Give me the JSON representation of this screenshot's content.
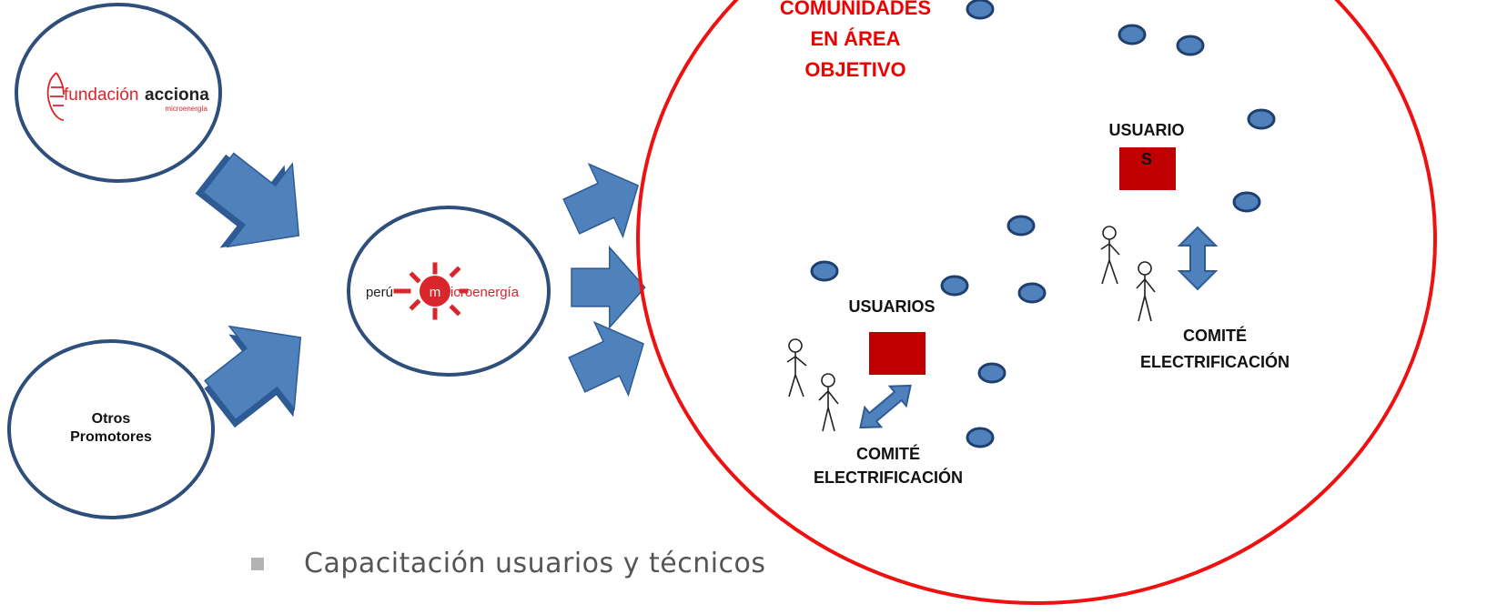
{
  "colors": {
    "arrow": "#4f81bd",
    "arrow_stroke": "#2e5b94",
    "circle_stroke": "#2e4f7c",
    "target_circle": "#ee1111",
    "red_label": "#ee0000",
    "house": "#c00000",
    "logo_red": "#d8262b"
  },
  "nodes": {
    "fundacion": {
      "logo_text_1": "fundación",
      "logo_text_2": "acciona",
      "logo_sub": "microenergía"
    },
    "peru": {
      "logo_left": "perú",
      "logo_m": "m",
      "logo_right": "icroenergía"
    },
    "otros": {
      "line1": "Otros",
      "line2": "Promotores"
    }
  },
  "target": {
    "title_line1": "COMUNIDADES",
    "title_line2": "EN ÁREA",
    "title_line3": "OBJETIVO",
    "group_a": {
      "users": "USUARIOS",
      "committee_line1": "COMITÉ",
      "committee_line2": "ELECTRIFICACIÓN"
    },
    "group_b": {
      "users_line1": "USUARIO",
      "users_line2": "S",
      "committee_line1": "COMITÉ",
      "committee_line2": "ELECTRIFICACIÓN"
    }
  },
  "bullet": {
    "icon": "square-bullet",
    "text": "Capacitación usuarios y técnicos"
  }
}
